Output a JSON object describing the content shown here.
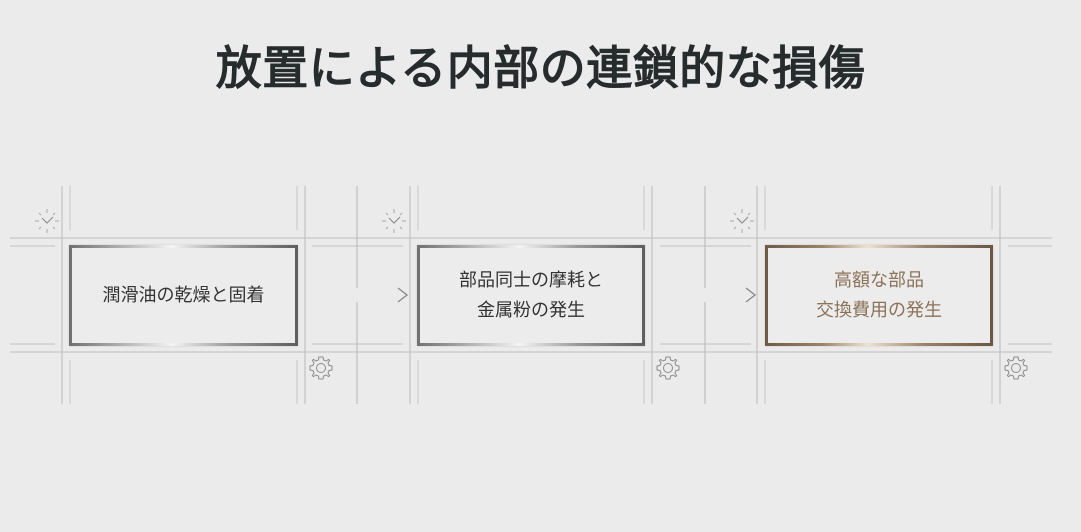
{
  "title": "放置による内部の連鎖的な損傷",
  "colors": {
    "background": "#ebebeb",
    "title_text": "#262b2c",
    "silver_text": "#333333",
    "bronze_text": "#8b7258",
    "grid_line": "#c4c4c4"
  },
  "steps": [
    {
      "label": "潤滑油の乾燥と固着",
      "style": "silver",
      "icons": [
        "clock-icon",
        "gear-icon"
      ]
    },
    {
      "label": "部品同士の摩耗と\n金属粉の発生",
      "style": "silver",
      "icons": [
        "clock-icon",
        "gear-icon"
      ]
    },
    {
      "label": "高額な部品\n交換費用の発生",
      "style": "bronze",
      "icons": [
        "clock-icon",
        "gear-icon"
      ]
    }
  ],
  "connectors": [
    {
      "from": 0,
      "to": 1,
      "type": "arrow-right"
    },
    {
      "from": 1,
      "to": 2,
      "type": "arrow-right"
    }
  ]
}
